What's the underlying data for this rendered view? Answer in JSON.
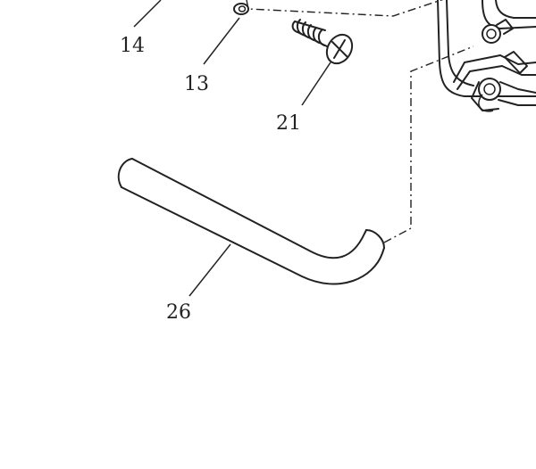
{
  "labels": {
    "part_14": "14",
    "part_13": "13",
    "part_21": "21",
    "part_26": "26"
  },
  "colors": {
    "line": "#222222",
    "background": "#ffffff"
  }
}
